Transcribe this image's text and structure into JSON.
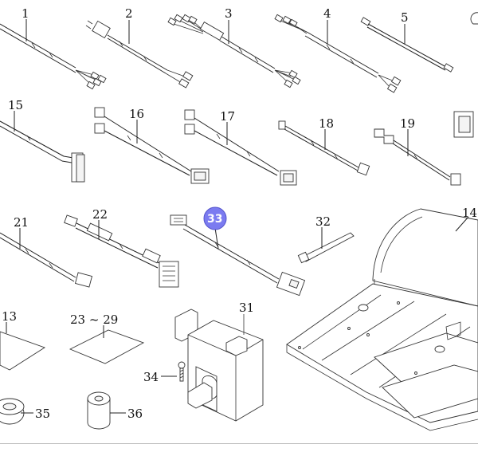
{
  "diagram": {
    "highlight_color": "#7b7bf0",
    "parts": {
      "p1": "1",
      "p2": "2",
      "p3": "3",
      "p4": "4",
      "p5": "5",
      "p15": "15",
      "p16": "16",
      "p17": "17",
      "p18": "18",
      "p19": "19",
      "p21": "21",
      "p22": "22",
      "p33": "33",
      "p32": "32",
      "p14": "14",
      "p13": "13",
      "p23_29": "23 ~ 29",
      "p31": "31",
      "p34": "34",
      "p35": "35",
      "p36": "36"
    },
    "selected_part": "33"
  }
}
